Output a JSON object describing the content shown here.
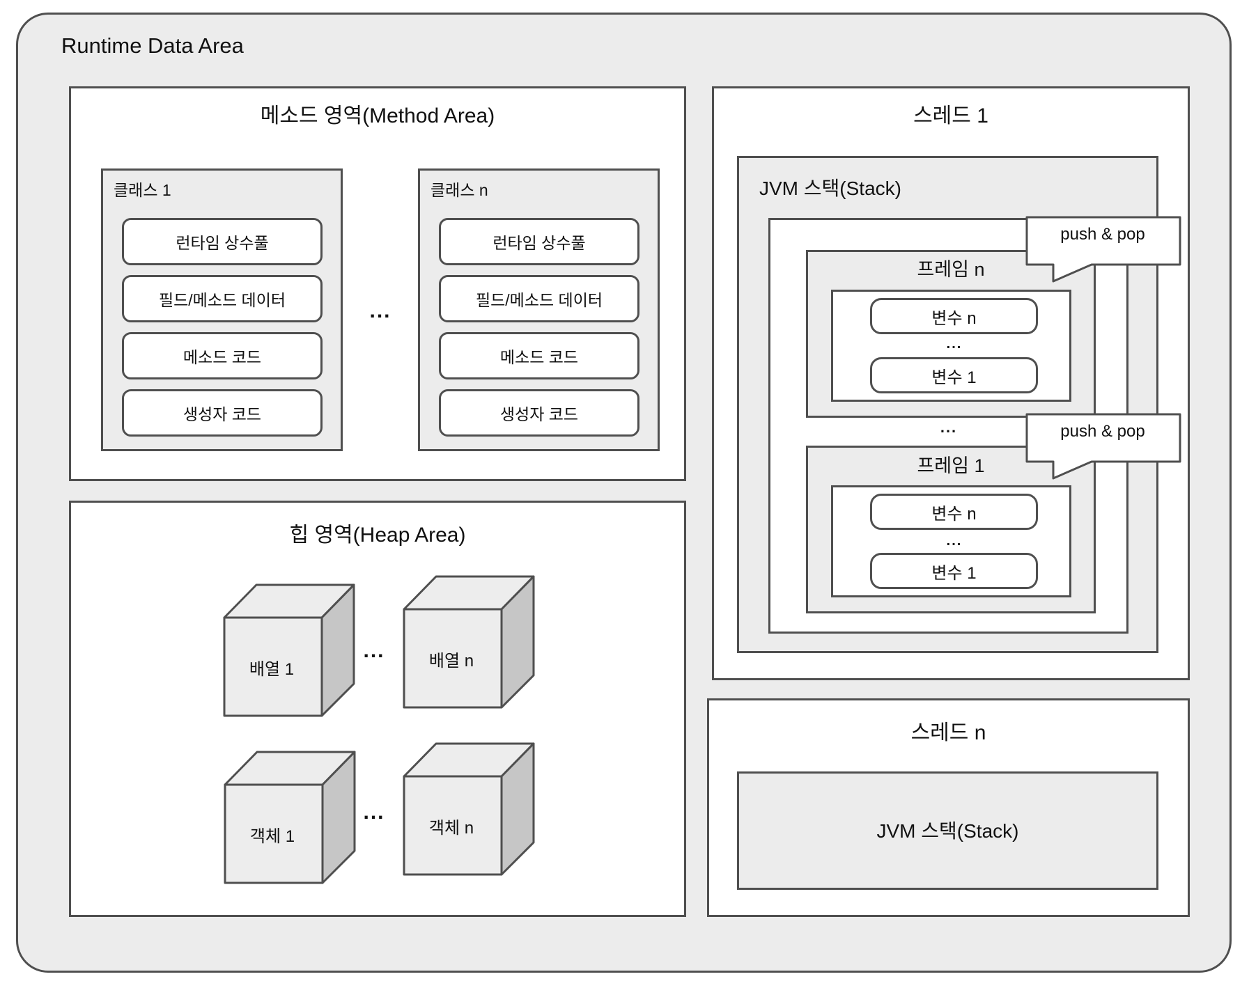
{
  "colors": {
    "page_bg": "#ffffff",
    "area_bg": "#ececec",
    "panel_bg": "#ffffff",
    "section_bg": "#ececec",
    "border": "#4f4f4f",
    "text": "#111111",
    "cube_face": "#ededed",
    "cube_side": "#c6c6c6"
  },
  "root": {
    "title": "Runtime Data Area"
  },
  "method_area": {
    "title": "메소드 영역(Method Area)",
    "ellipsis": "...",
    "classes": [
      {
        "label": "클래스 1",
        "items": [
          "런타임 상수풀",
          "필드/메소드 데이터",
          "메소드 코드",
          "생성자 코드"
        ]
      },
      {
        "label": "클래스 n",
        "items": [
          "런타임 상수풀",
          "필드/메소드 데이터",
          "메소드 코드",
          "생성자 코드"
        ]
      }
    ]
  },
  "heap_area": {
    "title": "힙 영역(Heap Area)",
    "arrays_ellipsis": "...",
    "objects_ellipsis": "...",
    "cubes": [
      {
        "label": "배열 1"
      },
      {
        "label": "배열 n"
      },
      {
        "label": "객체 1"
      },
      {
        "label": "객체 n"
      }
    ]
  },
  "thread_1": {
    "title": "스레드 1",
    "stack_label": "JVM 스택(Stack)",
    "frames_ellipsis": "...",
    "push_pop_top": "push & pop",
    "push_pop_bottom": "push & pop",
    "frames": [
      {
        "label": "프레임 n",
        "var_top": "변수 n",
        "ellipsis": "...",
        "var_bottom": "변수 1"
      },
      {
        "label": "프레임 1",
        "var_top": "변수 n",
        "ellipsis": "...",
        "var_bottom": "변수 1"
      }
    ]
  },
  "thread_n": {
    "title": "스레드 n",
    "stack_label": "JVM 스택(Stack)"
  }
}
